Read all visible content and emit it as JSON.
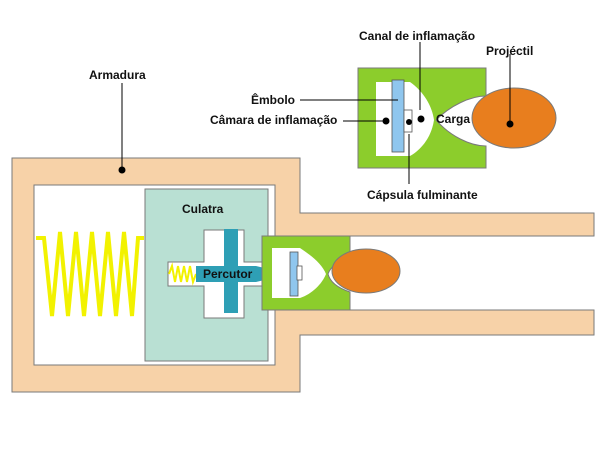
{
  "labels": {
    "armadura": "Armadura",
    "canal_de_inflamacao": "Canal de inflamação",
    "projectil": "Projéctil",
    "embolo": "Êmbolo",
    "camara_de_inflamacao": "Câmara de inflamação",
    "carga": "Carga",
    "capsula_fulminante": "Cápsula fulminante",
    "culatra": "Culatra",
    "percutor": "Percutor"
  },
  "colors": {
    "armadura_fill": "#f7d2a8",
    "culatra_fill": "#b9e0d3",
    "cartridge_green": "#8ccd2c",
    "projectile_orange": "#e87e1e",
    "percutor_teal": "#2e9fb5",
    "capsule_blue": "#8fc6ee",
    "spring_yellow": "#f2f200"
  }
}
